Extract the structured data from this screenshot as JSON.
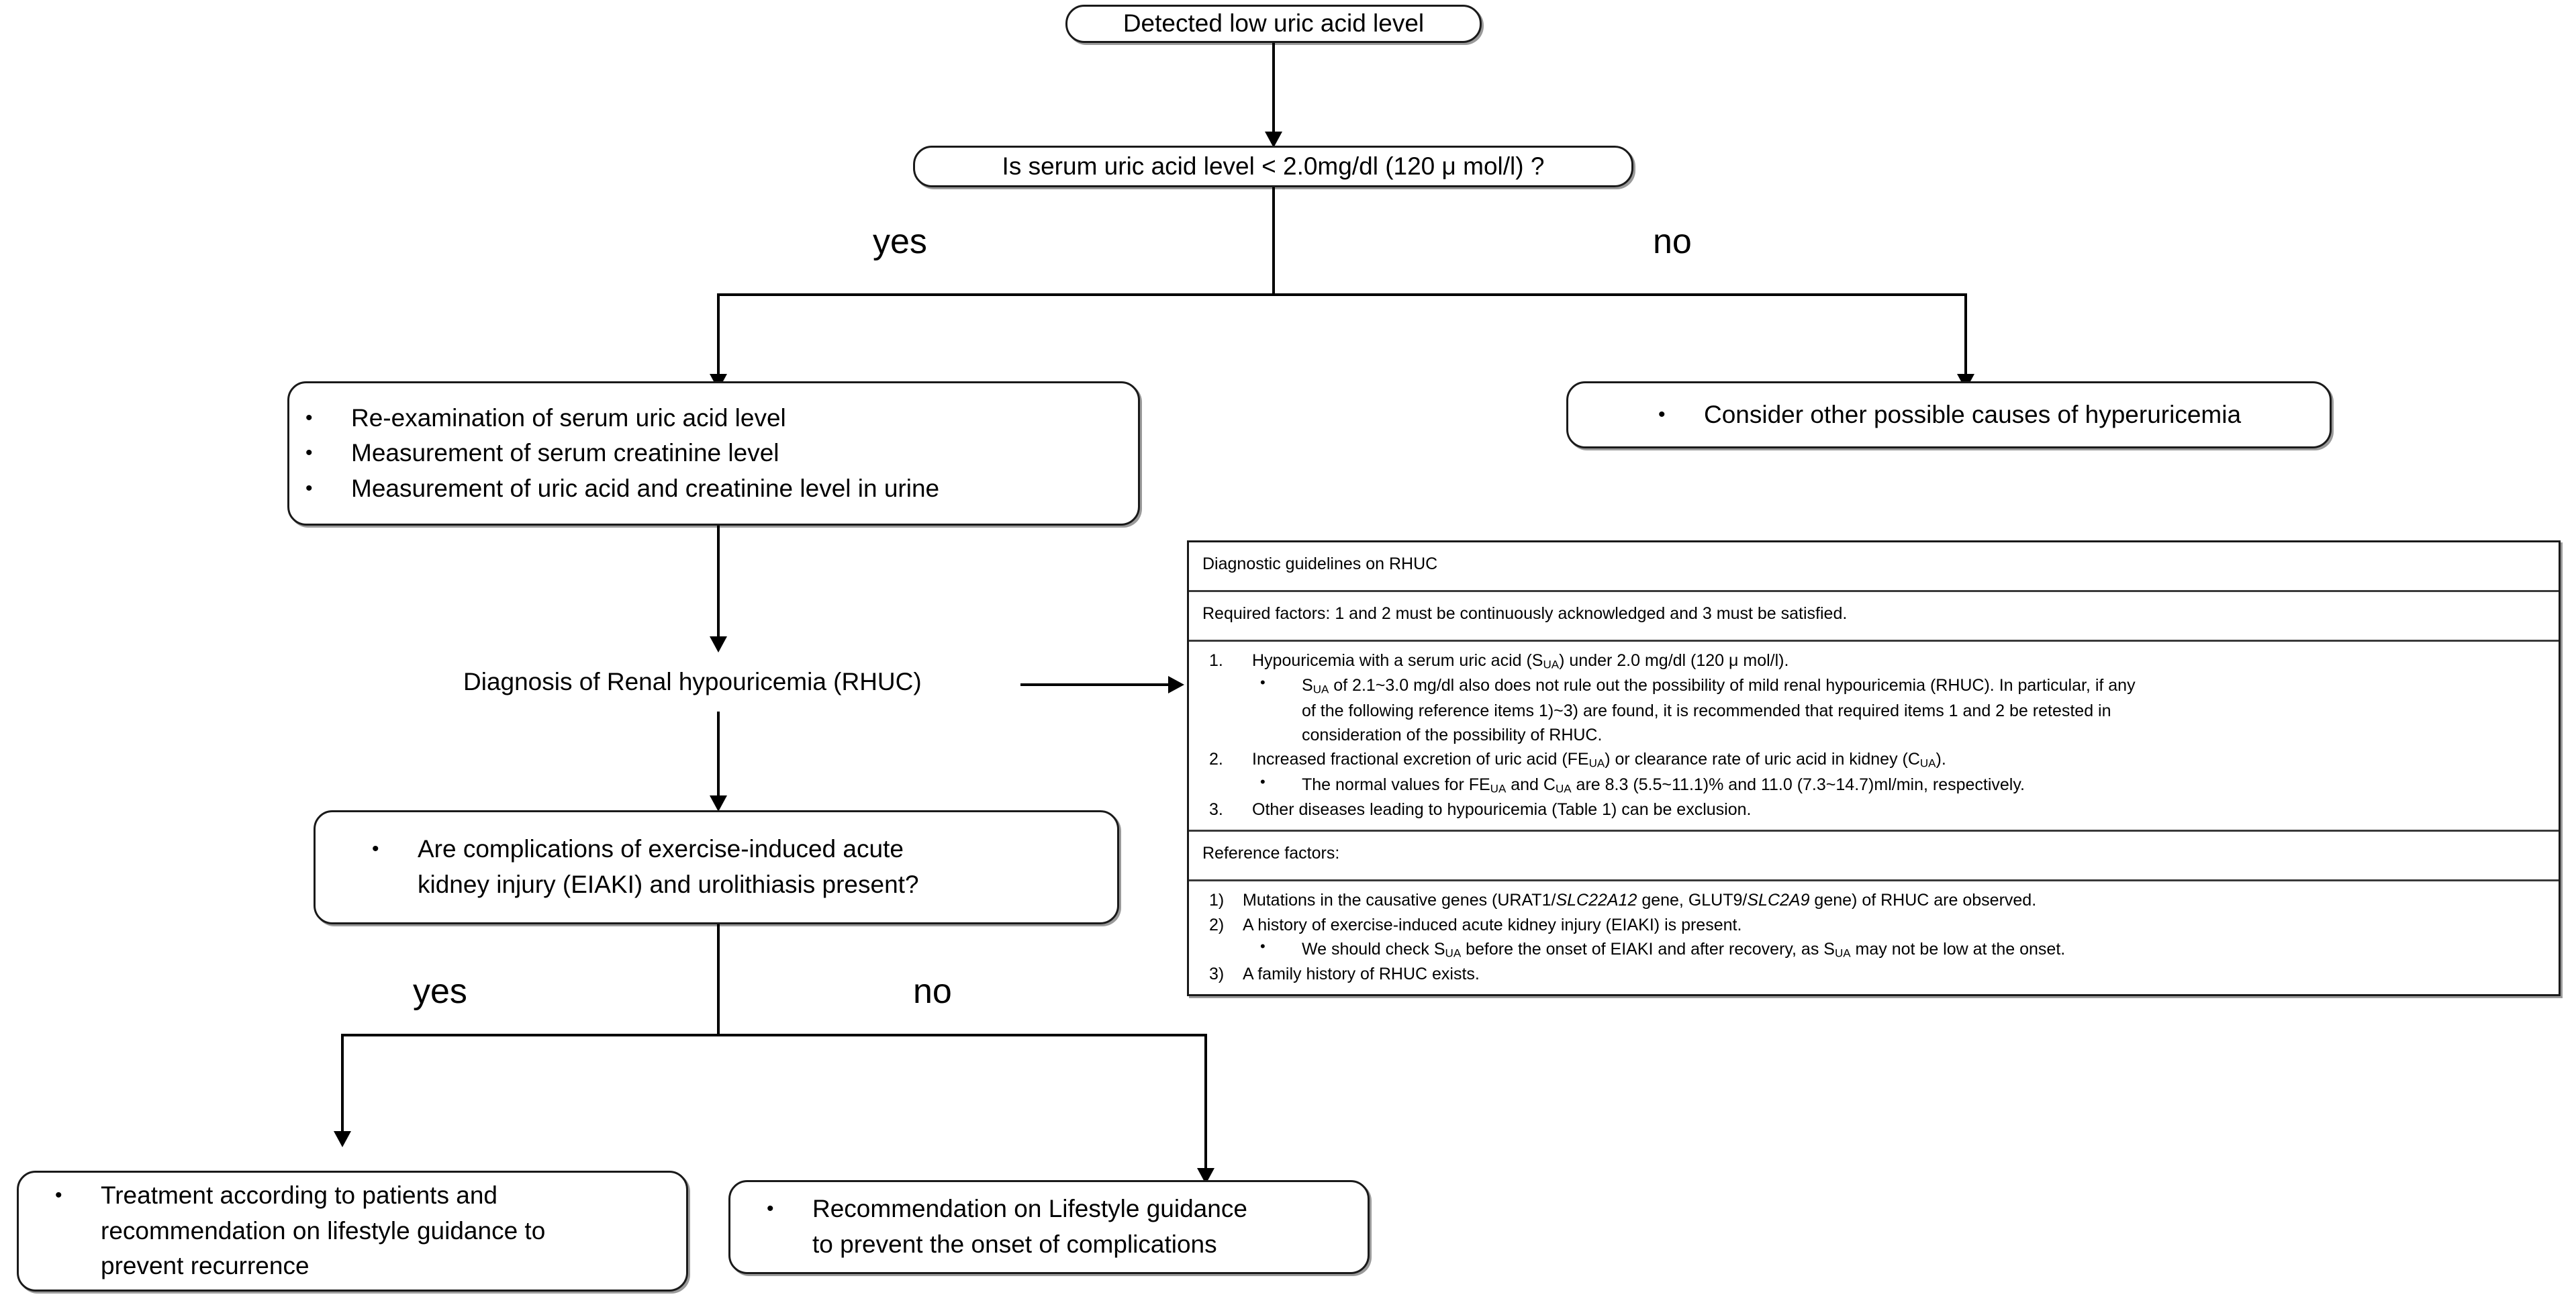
{
  "flow": {
    "start": {
      "text": "Detected low uric acid level"
    },
    "decision1": {
      "text": "Is serum uric acid level < 2.0mg/dl (120 μ mol/l) ?"
    },
    "branch1": {
      "yes": "yes",
      "no": "no"
    },
    "workup": {
      "bullets": [
        "Re-examination of serum uric acid level",
        "Measurement of serum creatinine level",
        "Measurement of uric acid and creatinine level in urine"
      ]
    },
    "other_causes": {
      "bullets": [
        "Consider other possible causes of hyperuricemia"
      ]
    },
    "diagnosis_label": {
      "text": "Diagnosis of Renal hypouricemia (RHUC)"
    },
    "decision2": {
      "bullets_lines": [
        "Are complications of exercise-induced acute",
        "kidney injury (EIAKI)  and urolithiasis present?"
      ]
    },
    "branch2": {
      "yes": "yes",
      "no": "no"
    },
    "outcome_yes": {
      "lines": [
        "Treatment according to patients and",
        "recommendation on  lifestyle guidance to",
        "prevent recurrence"
      ]
    },
    "outcome_no": {
      "lines": [
        "Recommendation on Lifestyle guidance",
        "to prevent the onset of complications"
      ]
    }
  },
  "guidelines": {
    "title": "Diagnostic guidelines on RHUC",
    "required_header": "Required factors: 1 and 2 must be continuously acknowledged and 3 must be satisfied.",
    "required_items": [
      {
        "num": "1.",
        "text_prefix": "Hypouricemia with a serum uric acid (S",
        "text_sub": "UA",
        "text_suffix": ") under 2.0 mg/dl (120 μ mol/l).",
        "sub_bullets": [
          {
            "prefix": "S",
            "sub": "UA",
            "line1": " of 2.1~3.0 mg/dl also does not rule out the possibility of mild renal hypouricemia (RHUC). In particular, if any",
            "line2": "of the following reference items 1)~3) are found, it is recommended that required items 1 and 2 be retested in",
            "line3": "consideration of the possibility of RHUC."
          }
        ]
      },
      {
        "num": "2.",
        "text_a": "Increased fractional excretion of uric acid (FE",
        "sub_a": "UA",
        "text_b": ") or clearance rate of uric acid in kidney (C",
        "sub_b": "UA",
        "text_c": ").",
        "sub_bullet": {
          "a": "The normal values for FE",
          "sub_a": "UA",
          "b": " and C",
          "sub_b": "UA",
          "c": " are 8.3 (5.5~11.1)% and 11.0 (7.3~14.7)ml/min, respectively."
        }
      },
      {
        "num": "3.",
        "text": "Other diseases leading to hypouricemia (Table 1) can be exclusion."
      }
    ],
    "reference_header": "Reference factors:",
    "reference_items": [
      {
        "num": "1)",
        "a": "Mutations in the causative genes (URAT1/",
        "gene1": "SLC22A12",
        "b": " gene, GLUT9/",
        "gene2": "SLC2A9",
        "c": " gene) of RHUC are observed."
      },
      {
        "num": "2)",
        "text": "A history of exercise-induced acute kidney injury (EIAKI) is present.",
        "sub_bullet": {
          "a": "We should check S",
          "sub_a": "UA",
          "b": " before the onset of EIAKI and after recovery, as S",
          "sub_b": "UA",
          "c": " may not be low at the onset."
        }
      },
      {
        "num": "3)",
        "text": "A family history of RHUC exists."
      }
    ]
  },
  "icons": {
    "bullet": "•",
    "arrow_down": "arrow-down-icon",
    "arrow_right": "arrow-right-icon"
  },
  "colors": {
    "line": "#000000",
    "box_border": "#1a1a1a",
    "box_shadow": "#9a9a9a",
    "background": "#ffffff",
    "table_rule": "#3a3a3a"
  }
}
